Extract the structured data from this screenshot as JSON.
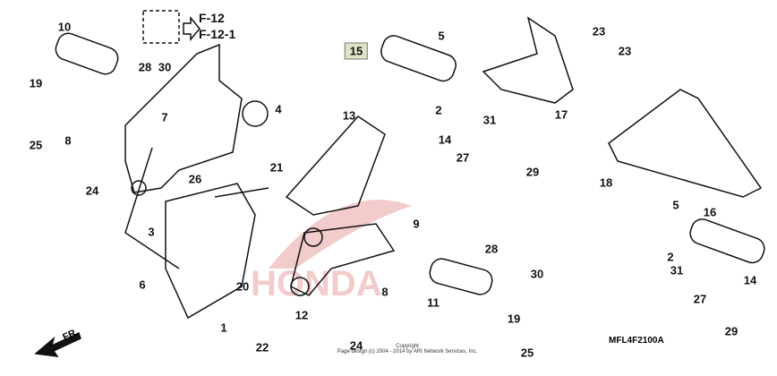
{
  "references": [
    "F-12",
    "F-12-1"
  ],
  "callouts": [
    "10",
    "19",
    "25",
    "8",
    "28",
    "30",
    "7",
    "4",
    "24",
    "26",
    "3",
    "6",
    "20",
    "1",
    "22",
    "21",
    "13",
    "12",
    "9",
    "8",
    "24",
    "11",
    "28",
    "30",
    "19",
    "25",
    "5",
    "2",
    "31",
    "14",
    "27",
    "29",
    "15",
    "17",
    "23",
    "23",
    "18",
    "16",
    "5",
    "2",
    "31",
    "14",
    "27",
    "29"
  ],
  "direction_label": "FR.",
  "diagram_code": "MFL4F2100A",
  "copyright": {
    "line1": "Copyright",
    "line2": "Page design (c) 2004 - 2014 by ARI Network Services, Inc."
  },
  "watermark": "HONDA"
}
